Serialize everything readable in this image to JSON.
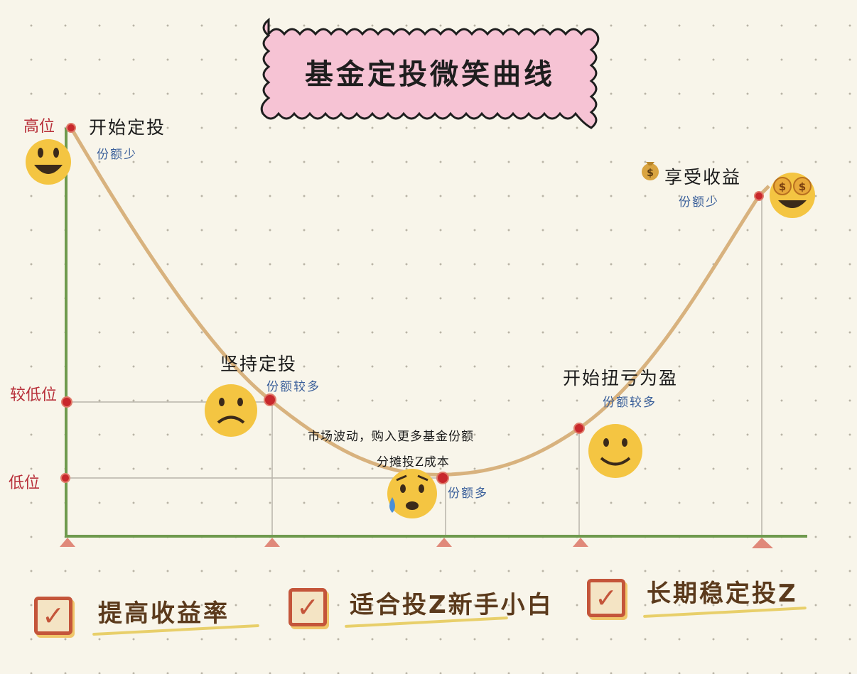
{
  "title": "基金定投微笑曲线",
  "levels": {
    "high": "高位",
    "lower": "较低位",
    "low": "低位"
  },
  "stages": [
    {
      "label": "开始定投",
      "share": "份额少"
    },
    {
      "label": "坚持定投",
      "share": "份额较多"
    },
    {
      "label": "市场波动，购入更多基金份额",
      "label2": "分摊投Z成本",
      "share": "份额多"
    },
    {
      "label": "开始扭亏为盈",
      "share": "份额较多"
    },
    {
      "label": "享受收益",
      "share": "份额少"
    }
  ],
  "features": [
    "提高收益率",
    "适合投Z新手小白",
    "长期稳定投Z"
  ],
  "colors": {
    "curve": "#d8b27e",
    "axis": "#6f9a4e",
    "dot": "#c8282c",
    "level": "#b8303a",
    "share": "#3a5f9a",
    "title_bg": "#f6c3d4"
  }
}
